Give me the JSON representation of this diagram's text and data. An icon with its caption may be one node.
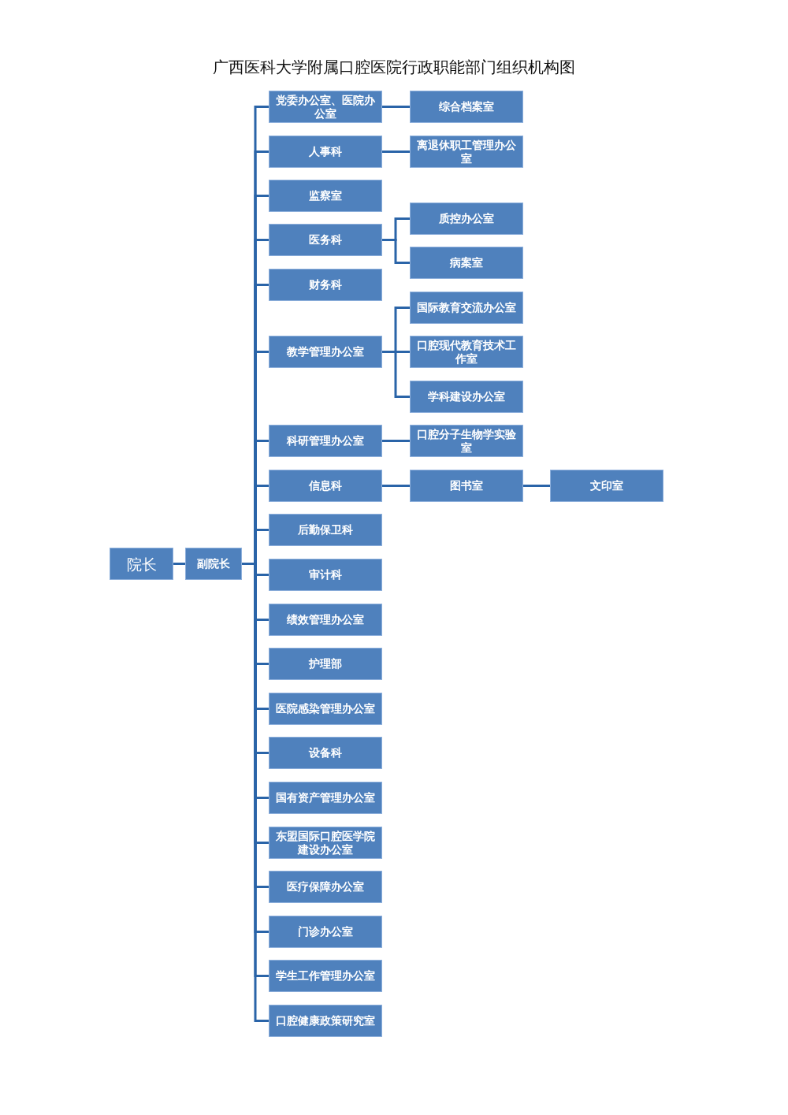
{
  "diagram": {
    "title": "广西医科大学附属口腔医院行政职能部门组织机构图",
    "nodes": [
      {
        "text": [
          "院长"
        ]
      },
      {
        "text": [
          "副院长"
        ]
      },
      {
        "text": [
          "党委办公室、医院办公室"
        ]
      },
      {
        "text": [
          "综合档案室"
        ]
      },
      {
        "text": [
          "人事科"
        ]
      },
      {
        "text": [
          "离退休职工管理办公室"
        ]
      },
      {
        "text": [
          "监察室"
        ]
      },
      {
        "text": [
          "医务科"
        ]
      },
      {
        "text": [
          "质控办公室"
        ]
      },
      {
        "text": [
          "病案室"
        ]
      },
      {
        "text": [
          "财务科"
        ]
      },
      {
        "text": [
          "教学管理办公室"
        ]
      },
      {
        "text": [
          "国际教育交流办公室"
        ]
      },
      {
        "text": [
          "口腔现代教育技术工作室"
        ]
      },
      {
        "text": [
          "学科建设办公室"
        ]
      },
      {
        "text": [
          "科研管理办公室"
        ]
      },
      {
        "text": [
          "口腔分子生物学实验室"
        ]
      },
      {
        "text": [
          "信息科"
        ]
      },
      {
        "text": [
          "图书室"
        ]
      },
      {
        "text": [
          "文印室"
        ]
      },
      {
        "text": [
          "后勤保卫科"
        ]
      },
      {
        "text": [
          "审计科"
        ]
      },
      {
        "text": [
          "绩效管理办公室"
        ]
      },
      {
        "text": [
          "护理部"
        ]
      },
      {
        "text": [
          "医院感染管理办公室"
        ]
      },
      {
        "text": [
          "设备科"
        ]
      },
      {
        "text": [
          "国有资产管理办公室"
        ]
      },
      {
        "text": [
          "东盟国际口腔医学院建设办公室"
        ]
      },
      {
        "text": [
          "医疗保障办公室"
        ]
      },
      {
        "text": [
          "门诊办公室"
        ]
      },
      {
        "text": [
          "学生工作管理办公室"
        ]
      },
      {
        "text": [
          "口腔健康政策研究室"
        ]
      }
    ],
    "edges": [
      {
        "from": 0,
        "to": 1,
        "arrow": "none"
      },
      {
        "from": 1,
        "to": 2,
        "arrow": "none"
      },
      {
        "from": 1,
        "to": 4,
        "arrow": "none"
      },
      {
        "from": 1,
        "to": 6,
        "arrow": "none"
      },
      {
        "from": 1,
        "to": 7,
        "arrow": "none"
      },
      {
        "from": 1,
        "to": 10,
        "arrow": "none"
      },
      {
        "from": 1,
        "to": 11,
        "arrow": "none"
      },
      {
        "from": 1,
        "to": 15,
        "arrow": "none"
      },
      {
        "from": 1,
        "to": 17,
        "arrow": "none"
      },
      {
        "from": 1,
        "to": 20,
        "arrow": "none"
      },
      {
        "from": 1,
        "to": 21,
        "arrow": "none"
      },
      {
        "from": 1,
        "to": 22,
        "arrow": "none"
      },
      {
        "from": 1,
        "to": 23,
        "arrow": "none"
      },
      {
        "from": 1,
        "to": 24,
        "arrow": "none"
      },
      {
        "from": 1,
        "to": 25,
        "arrow": "none"
      },
      {
        "from": 1,
        "to": 26,
        "arrow": "none"
      },
      {
        "from": 1,
        "to": 27,
        "arrow": "none"
      },
      {
        "from": 1,
        "to": 28,
        "arrow": "none"
      },
      {
        "from": 1,
        "to": 29,
        "arrow": "none"
      },
      {
        "from": 1,
        "to": 30,
        "arrow": "none"
      },
      {
        "from": 1,
        "to": 31,
        "arrow": "none"
      },
      {
        "from": 2,
        "to": 3,
        "arrow": "none"
      },
      {
        "from": 4,
        "to": 5,
        "arrow": "none"
      },
      {
        "from": 7,
        "to": 8,
        "arrow": "none"
      },
      {
        "from": 7,
        "to": 9,
        "arrow": "none"
      },
      {
        "from": 11,
        "to": 12,
        "arrow": "none"
      },
      {
        "from": 11,
        "to": 13,
        "arrow": "none"
      },
      {
        "from": 11,
        "to": 14,
        "arrow": "none"
      },
      {
        "from": 15,
        "to": 16,
        "arrow": "none"
      },
      {
        "from": 17,
        "to": 18,
        "arrow": "none"
      },
      {
        "from": 18,
        "to": 19,
        "arrow": "none"
      }
    ]
  }
}
